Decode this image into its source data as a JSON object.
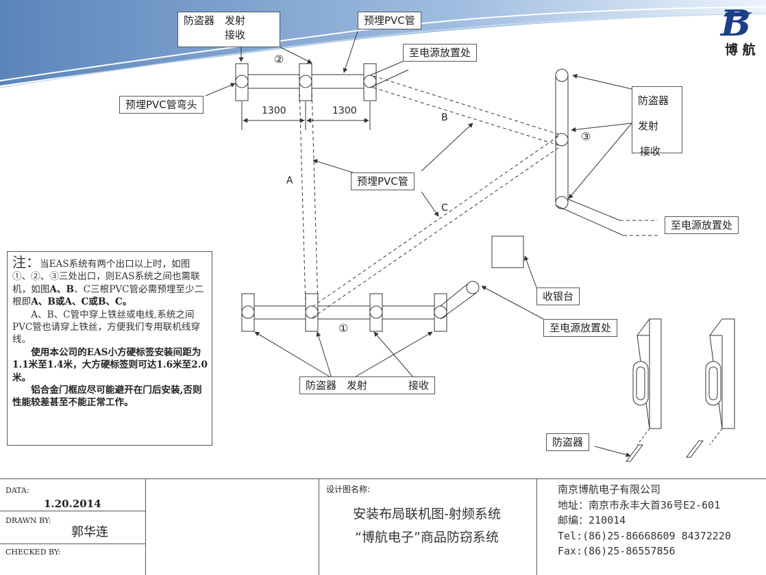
{
  "labels": {
    "top_antenna": "防盗器　发射\n　　　　接收",
    "top_pvc": "预埋PVC管",
    "top_power": "至电源放置处",
    "elbow": "预埋PVC管弯头",
    "right_antenna_1": "防盗器",
    "right_antenna_2": "发射",
    "right_antenna_3": "接收",
    "mid_pvc": "预埋PVC管",
    "right_power": "至电源放置处",
    "cashier": "收银台",
    "bottom_power": "至电源放置处",
    "bottom_antenna": "防盗器　发射　　　　接收",
    "device": "防盗器"
  },
  "dimensions": {
    "d1": "1300",
    "d2": "1300"
  },
  "markers": {
    "one": "①",
    "two": "②",
    "three": "③",
    "a": "A",
    "b": "B",
    "c": "C"
  },
  "note": {
    "title": "注：",
    "line1": "当EAS系统有两个出口以上时，如图①、②、③三处出口，则EAS系统之间也需联机，如图",
    "line1_bold1": "A、B",
    "line1_mid": "、C三根PVC管必需预埋至少二根即",
    "line1_bold2": "A、B或A、C或B、C。",
    "para2": "A、B、C管中穿上铁丝或电线,系统之间PVC管也请穿上铁丝，方便我们专用联机线穿线。",
    "para3": "使用本公司的EAS小方硬标签安装间距为1.1米至1.4米，大方硬标签则可达1.6米至2.0米。",
    "para4": "铝合金门框应尽可能避开在门后安装,否则性能较差甚至不能正常工作。"
  },
  "title_block": {
    "data_label": "DATA:",
    "date": "1.20.2014",
    "drawn_label": "DRAWN BY:",
    "drawn_by": "郭华连",
    "checked_label": "CHECKED BY:",
    "design_label": "设计图名称:",
    "design_title_1": "安装布局联机图-射频系统",
    "design_title_2": "“博航电子”商品防窃系统",
    "company_1": "南京博航电子有限公司",
    "company_2": "地址：南京市永丰大首36号E2-601",
    "company_3": "邮编：210014",
    "company_4": "Tel:(86)25-86668609 84372220",
    "company_5": "Fax:(86)25-86557856"
  },
  "logo": {
    "letter": "B",
    "text": "博 航"
  },
  "colors": {
    "wave": "#4f7bb8",
    "logo": "#1c3f8a"
  }
}
